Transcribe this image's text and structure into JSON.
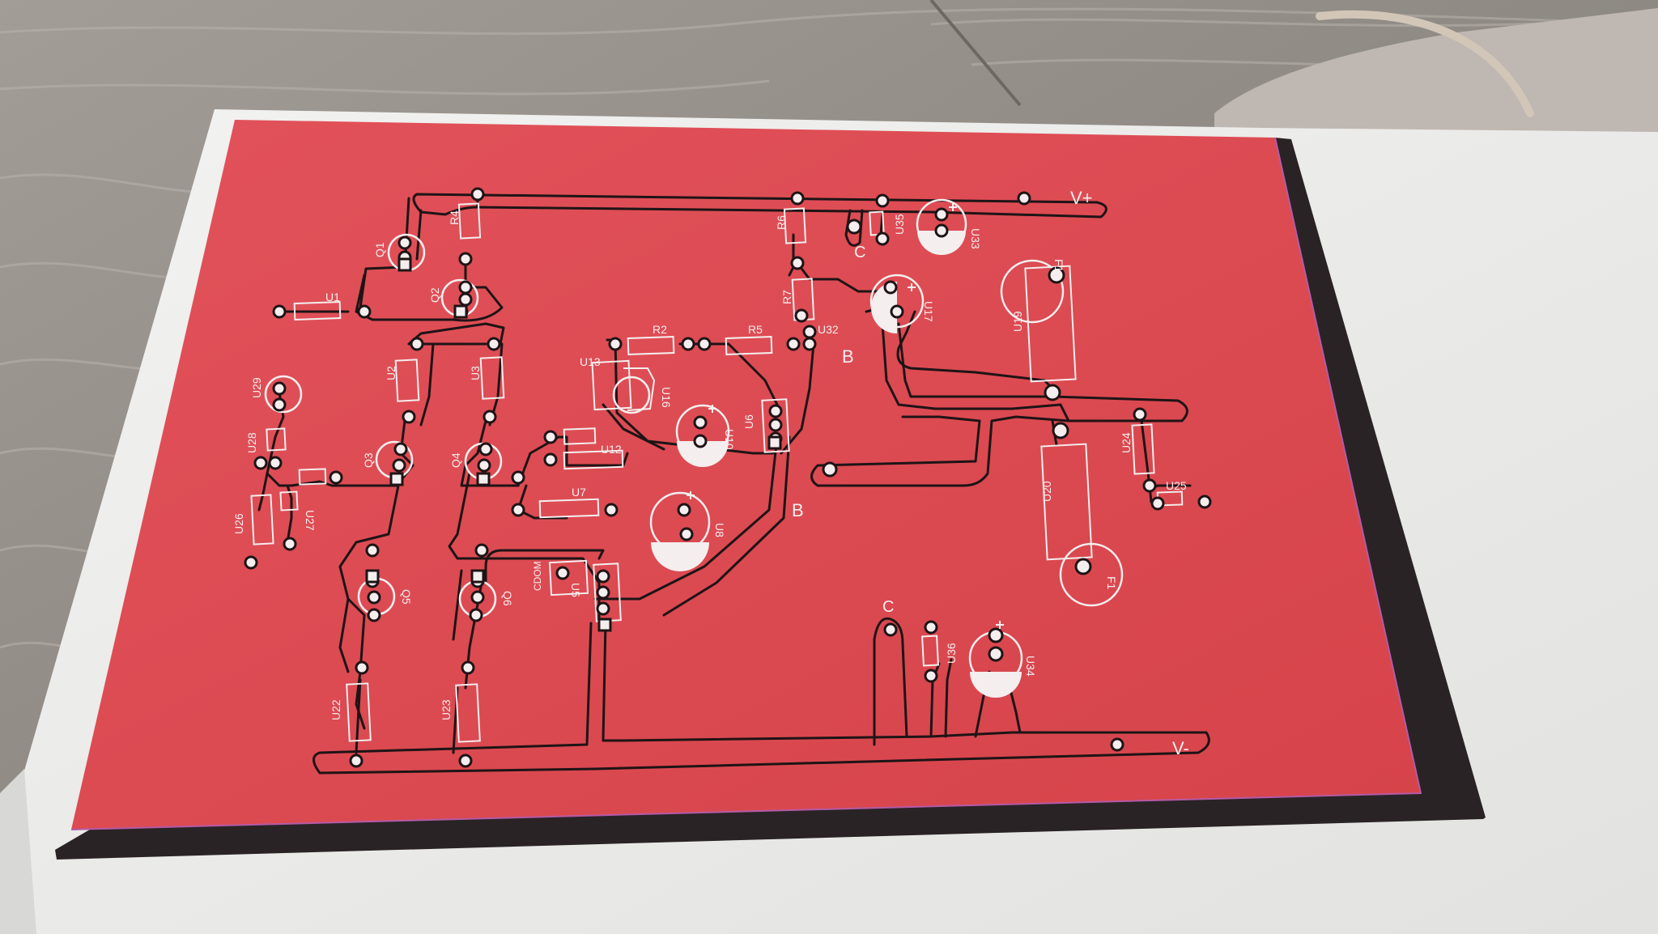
{
  "colors": {
    "board": "#dd4a4f",
    "trace": "#1e1416",
    "silk": "#f4eeee",
    "paper": "#eeeeec",
    "shadow": "#262022",
    "wood": "#8e8a84"
  },
  "rails": {
    "positive": "V+",
    "negative": "V-"
  },
  "nodes": {
    "b_upper": "B",
    "b_lower": "B",
    "c_upper": "C",
    "c_lower": "C"
  },
  "labels": {
    "R4": "R4",
    "R6": "R6",
    "R7": "R7",
    "R2": "R2",
    "R5": "R5",
    "Q1": "Q1",
    "Q2": "Q2",
    "Q3": "Q3",
    "Q4": "Q4",
    "Q5": "Q5",
    "Q6": "Q6",
    "U1": "U1",
    "U2": "U2",
    "U3": "U3",
    "U5": "U5",
    "U6": "U6",
    "U7": "U7",
    "U8": "U8",
    "U10": "U10",
    "U12": "U12",
    "U13": "U13",
    "U16": "U16",
    "U17": "U17",
    "U19": "U19",
    "U20": "U20",
    "U22": "U22",
    "U23": "U23",
    "U24": "U24",
    "U25": "U25",
    "U26": "U26",
    "U27": "U27",
    "U28": "U28",
    "U29": "U29",
    "U32": "U32",
    "U33": "U33",
    "U34": "U34",
    "U35": "U35",
    "U36": "U36",
    "F1_top": "F1",
    "F1_bottom": "F1",
    "CDOM": "CDOM"
  }
}
